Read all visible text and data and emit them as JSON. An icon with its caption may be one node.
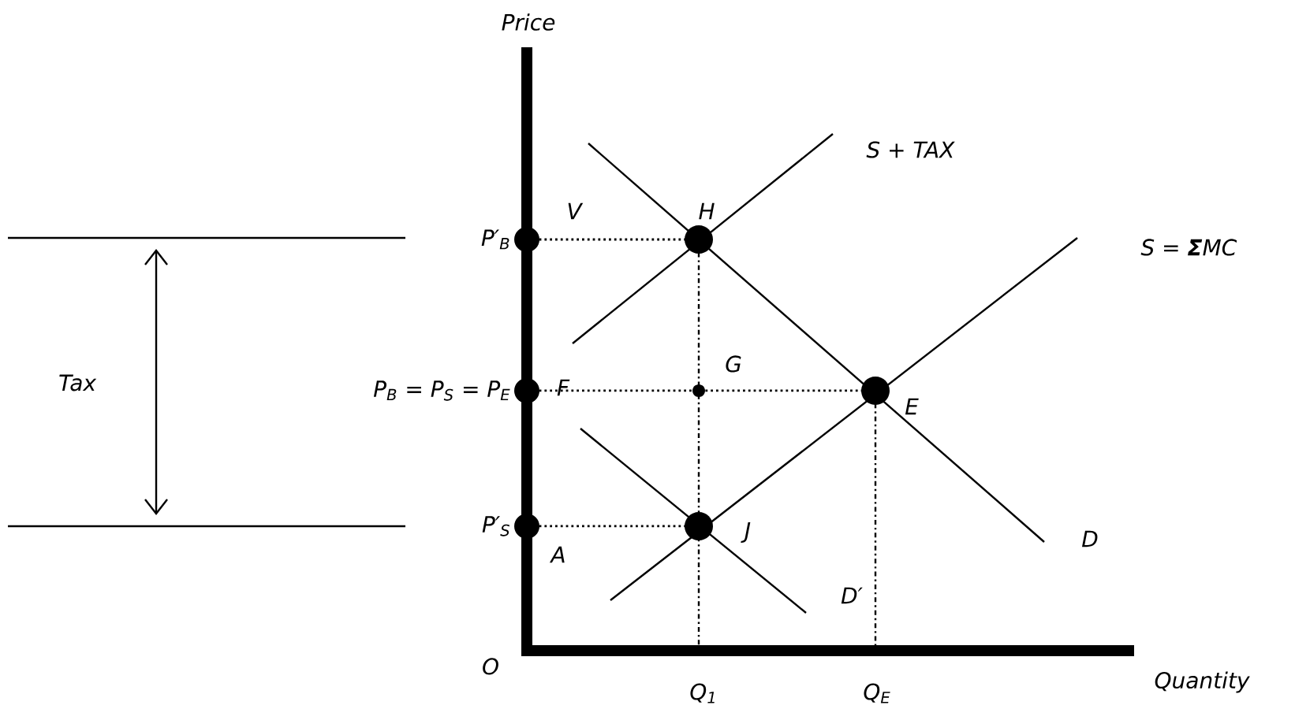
{
  "diagram": {
    "labels": [
      "Price",
      "S + TAX",
      "V",
      "H",
      "P′$_{B}$",
      "S = **Σ**MC",
      "G",
      "Tax",
      "P$_{B}$ = P$_{S}$ = P$_{E}$",
      "F",
      "E",
      "P′$_{S}$",
      "A",
      "J",
      "D",
      "D′",
      "O",
      "Q$_{1}$",
      "Q$_{E}$",
      "Quantity"
    ]
  }
}
